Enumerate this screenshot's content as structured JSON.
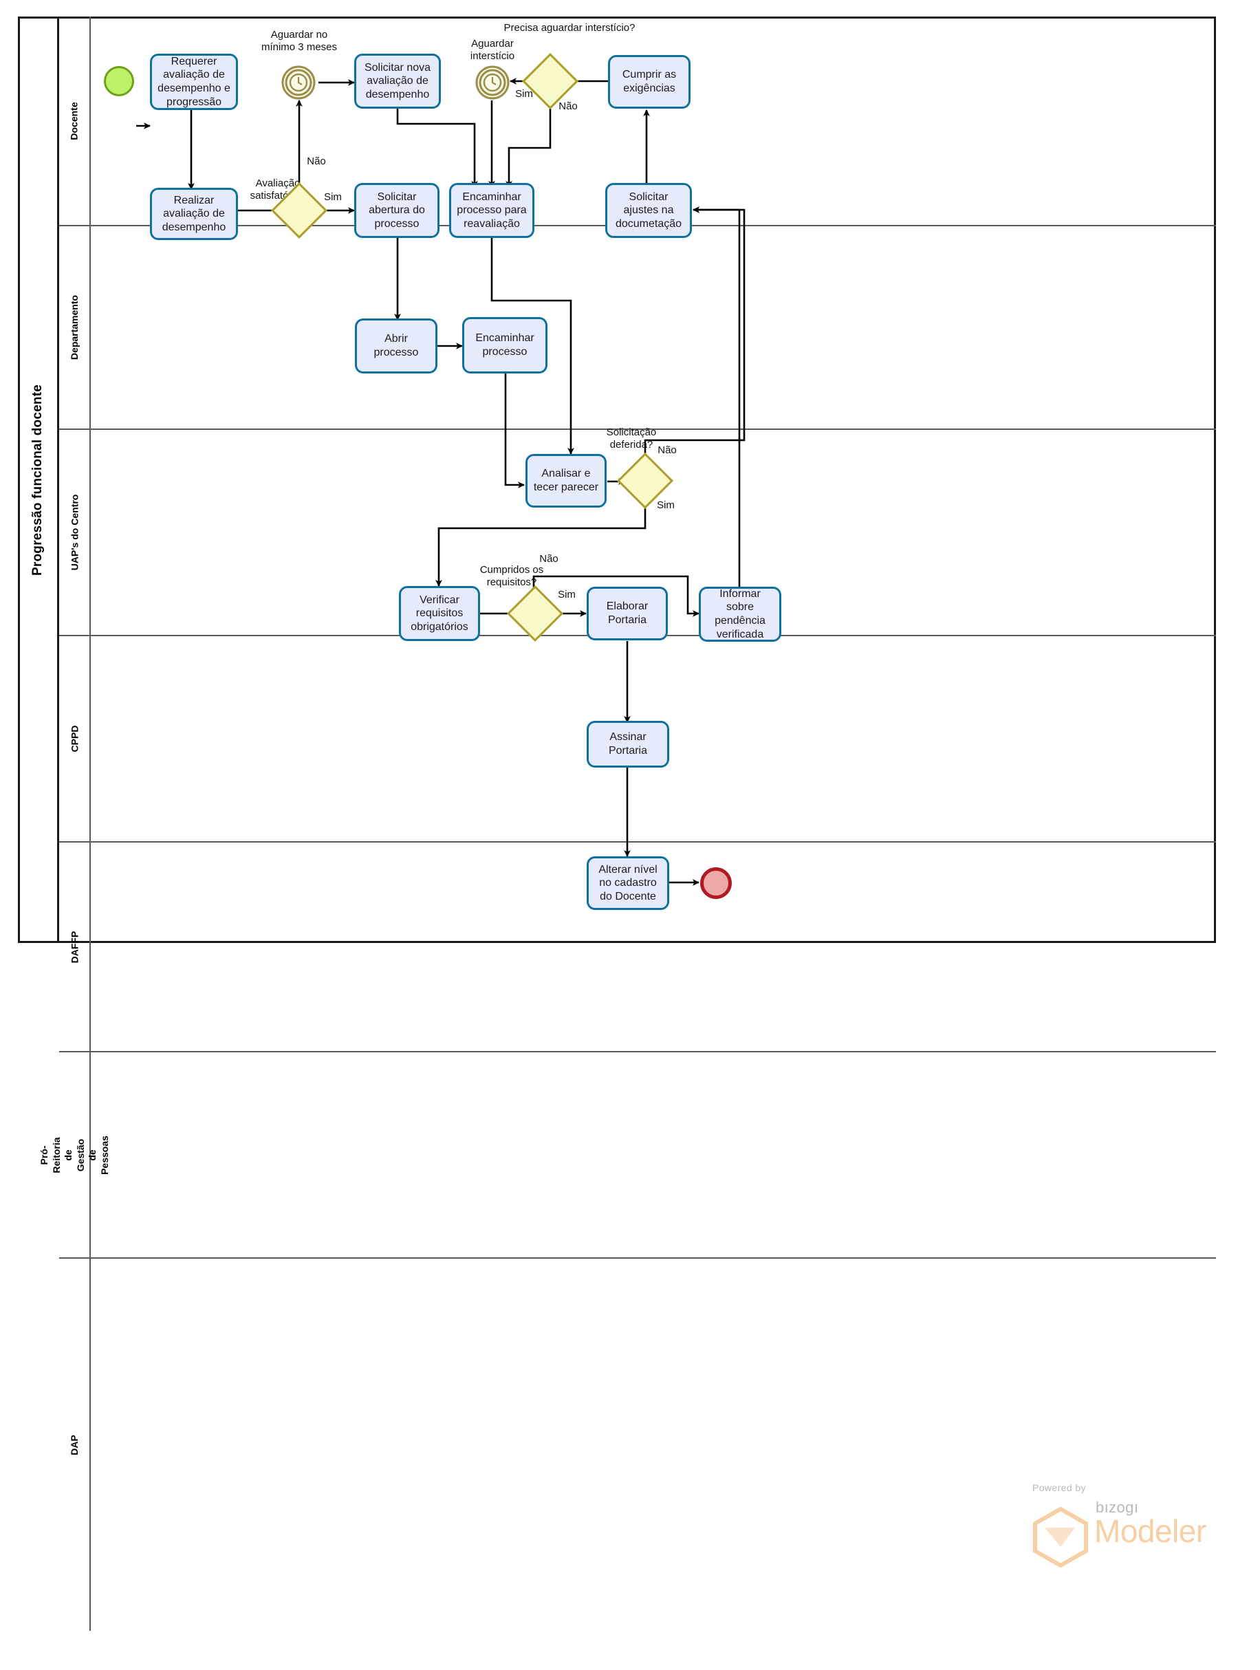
{
  "pool": {
    "title": "Progressão funcional docente"
  },
  "lanes": [
    {
      "id": "docente",
      "label": "Docente"
    },
    {
      "id": "departamento",
      "label": "Departamento"
    },
    {
      "id": "uaps",
      "label": "UAP's do Centro"
    },
    {
      "id": "cppd",
      "label": "CPPD"
    },
    {
      "id": "daffp",
      "label": "DAFFP"
    },
    {
      "id": "progep",
      "label": "Pró-Reitoria de Gestão de Pessoas"
    },
    {
      "id": "dap",
      "label": "DAP"
    }
  ],
  "events": {
    "start": {
      "name": "start-event"
    },
    "end": {
      "name": "end-event"
    },
    "timer_3_meses": {
      "label": "Aguardar no mínimo 3 meses"
    },
    "timer_intersticio": {
      "label": "Aguardar interstício"
    }
  },
  "tasks": {
    "requerer_avaliacao": "Requerer avaliação de desempenho e progressão",
    "solicitar_nova_aval": "Solicitar nova avaliação de desempenho",
    "cumprir_exigencias": "Cumprir as exigências",
    "realizar_avaliacao": "Realizar avaliação de desempenho",
    "solicitar_abertura": "Solicitar abertura do processo",
    "encaminhar_reaval": "Encaminhar processo para reavaliação",
    "solicitar_ajustes": "Solicitar ajustes na documetação",
    "abrir_processo": "Abrir processo",
    "encaminhar_processo": "Encaminhar processo",
    "analisar_parecer": "Analisar e tecer parecer",
    "verificar_requisitos": "Verificar requisitos obrigatórios",
    "elaborar_portaria": "Elaborar Portaria",
    "informar_pendencia": "Informar sobre pendência verificada",
    "assinar_portaria": "Assinar Portaria",
    "alterar_nivel": "Alterar nível no cadastro do Docente"
  },
  "gateways": {
    "precisa_intersticio": "Precisa aguardar interstício?",
    "avaliacao_satisfatoria": "Avaliação satisfatória?",
    "solicitacao_deferida": "Solicitação deferida?",
    "cumpridos_requisitos": "Cumpridos os requisitos?"
  },
  "flow_labels": {
    "sim": "Sim",
    "nao": "Não",
    "sim2": "Sim",
    "nao2": "Não",
    "sim3": "Sim",
    "nao3": "Não",
    "sim4": "Sim",
    "nao4": "Não"
  },
  "watermark": {
    "powered_by": "Powered by",
    "brand": "bızogı",
    "product": "Modeler"
  },
  "colors": {
    "task_fill": "#e6ebfb",
    "task_stroke": "#11719e",
    "gateway_fill": "#fbf8c8",
    "gateway_stroke": "#a99e2e",
    "start_fill": "#bff06a",
    "start_stroke": "#6aa318",
    "end_fill": "#eda9a5",
    "end_stroke": "#b01a23",
    "timer_stroke": "#9a8f4a",
    "lane_border": "#595959",
    "pool_border": "#1a1a1a",
    "watermark_orange": "#f6cfa4"
  }
}
